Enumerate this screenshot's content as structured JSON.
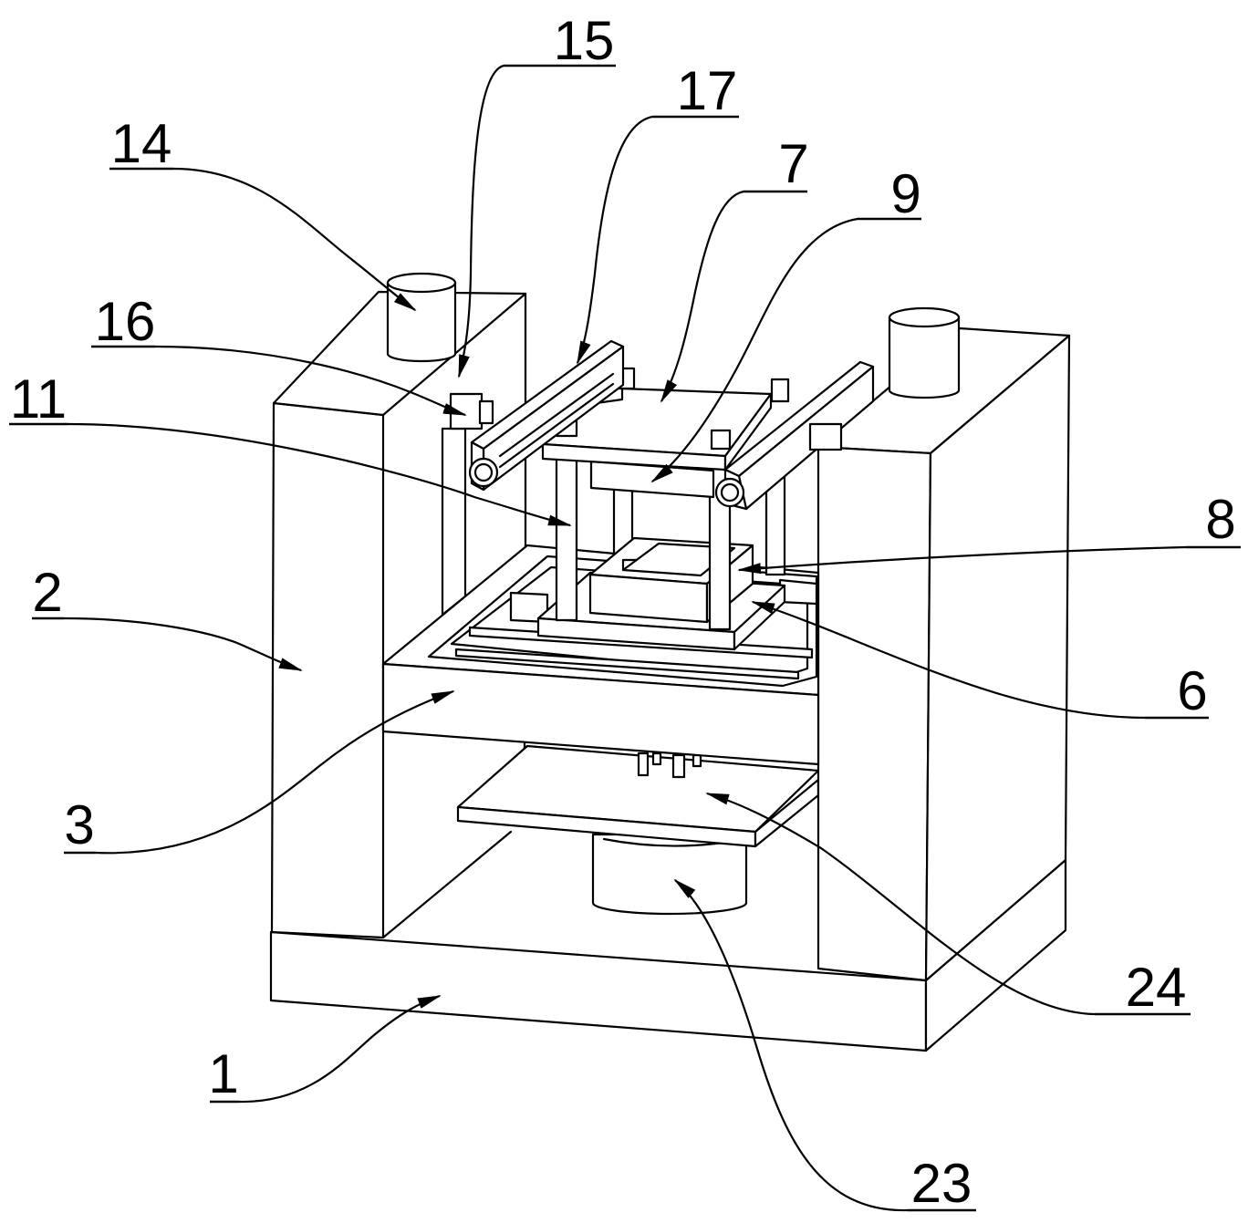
{
  "callouts": {
    "n15": "15",
    "n17": "17",
    "n14": "14",
    "n7": "7",
    "n9": "9",
    "n16": "16",
    "n11": "11",
    "n8": "8",
    "n2": "2",
    "n6": "6",
    "n3": "3",
    "n24": "24",
    "n1": "1",
    "n23": "23"
  },
  "colors": {
    "line": "#000000",
    "background": "#ffffff"
  }
}
